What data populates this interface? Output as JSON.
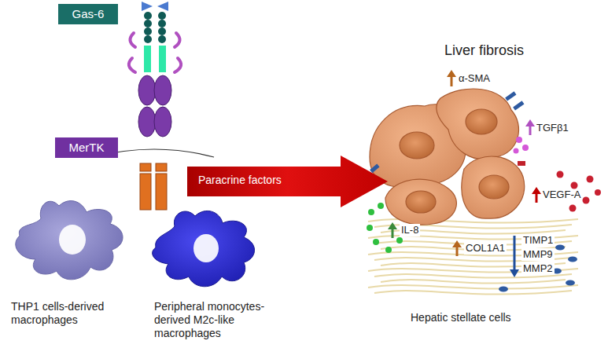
{
  "diagram": {
    "nodes": [
      {
        "text": [
          "Gas-6"
        ]
      },
      {
        "text": [
          "MerTK"
        ]
      },
      {
        "text": [
          "Paracrine factors"
        ]
      }
    ],
    "labels": [
      "Liver fibrosis",
      "α-SMA",
      "TGFβ1",
      "VEGF-A",
      "IL-8",
      "COL1A1",
      "TIMP1",
      "MMP9",
      "MMP2",
      "THP1 cells-derived macrophages",
      "Peripheral monocytes-derived M2c-like macrophages",
      "Hepatic stellate cells"
    ]
  }
}
